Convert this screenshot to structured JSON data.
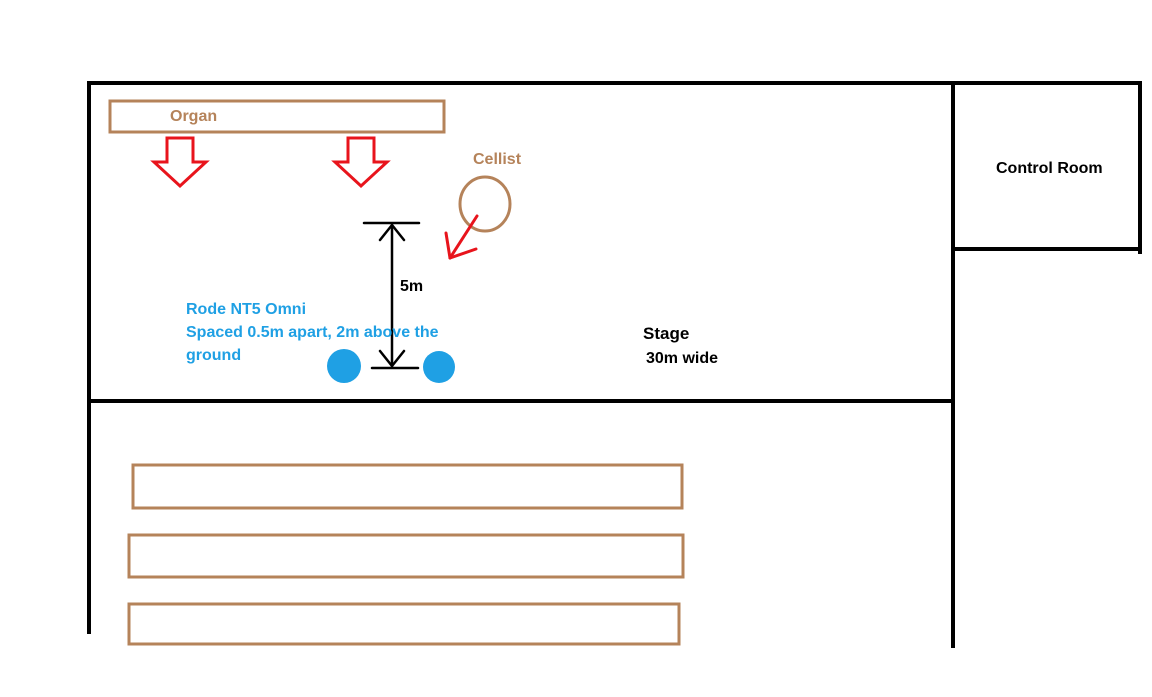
{
  "labels": {
    "organ": "Organ",
    "cellist": "Cellist",
    "control_room": "Control Room",
    "distance": "5m",
    "mic_line1": "Rode NT5 Omni",
    "mic_line2": "Spaced 0.5m apart, 2m above the",
    "mic_line3": "ground",
    "stage": "Stage",
    "stage_width": "30m wide"
  },
  "colors": {
    "wall": "#000000",
    "furniture": "#b5835a",
    "arrow": "#e8141c",
    "mic": "#1fa0e4",
    "mic_text": "#1fa0e4",
    "brown_text": "#b5835a"
  }
}
